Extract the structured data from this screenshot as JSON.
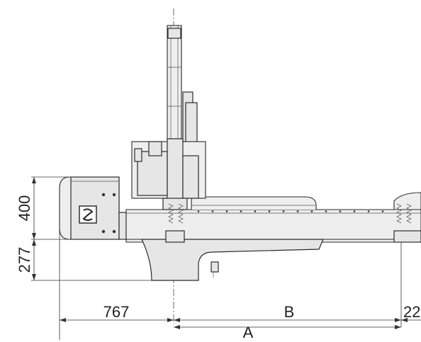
{
  "drawing": {
    "dimensions": {
      "height_upper": "400",
      "height_lower": "277",
      "overhang": "767",
      "span_b": "B",
      "span_a": "A",
      "end_partial": "22"
    }
  }
}
